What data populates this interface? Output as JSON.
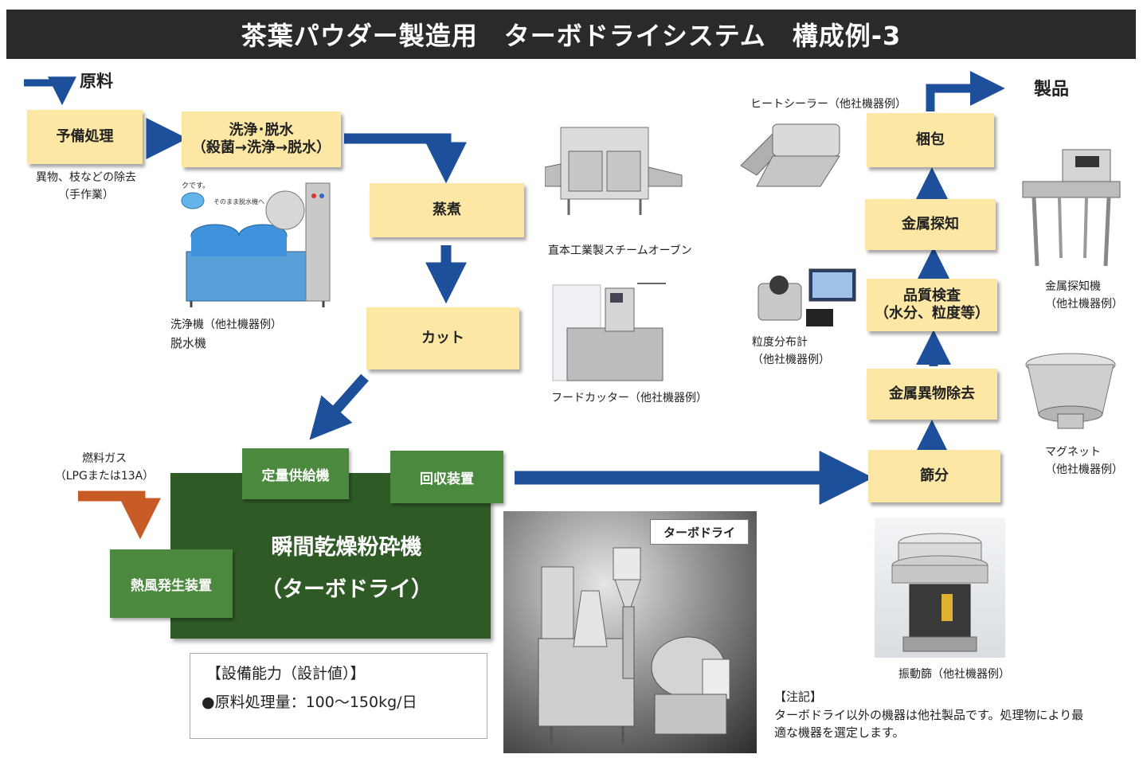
{
  "title": "茶葉パウダー製造用　ターボドライシステム　構成例-3",
  "labels": {
    "raw_material": "原料",
    "product": "製品"
  },
  "process": {
    "pretreatment": "予備処理",
    "pretreatment_note_1": "異物、枝などの除去",
    "pretreatment_note_2": "（手作業）",
    "washing_line1": "洗浄･脱水",
    "washing_line2": "（殺菌→洗浄→脱水）",
    "steaming": "蒸煮",
    "cutting": "カット",
    "sieving": "篩分",
    "metal_removal": "金属異物除去",
    "quality_line1": "品質検査",
    "quality_line2": "（水分、粒度等）",
    "metal_detect": "金属探知",
    "packing": "梱包"
  },
  "dryer": {
    "feeder": "定量供給機",
    "collector": "回収装置",
    "heater": "熱風発生装置",
    "main_line1": "瞬間乾燥粉砕機",
    "main_line2": "（ターボドライ）",
    "fuel_line1": "燃料ガス",
    "fuel_line2": "（LPGまたは13A）",
    "photo_label": "ターボドライ"
  },
  "captions": {
    "washer_line1": "洗浄機（他社機器例）",
    "washer_line2": "脱水機",
    "washer_photo_text_1": "クです。",
    "washer_photo_text_2": "そのまま脱水機へ",
    "steam_oven": "直本工業製スチームオーブン",
    "food_cutter": "フードカッター（他社機器例）",
    "heat_sealer": "ヒートシーラー（他社機器例）",
    "particle_line1": "粒度分布計",
    "particle_line2": "（他社機器例）",
    "metal_detector_line1": "金属探知機",
    "metal_detector_line2": "（他社機器例）",
    "magnet_line1": "マグネット",
    "magnet_line2": "（他社機器例）",
    "vibrating_sieve": "振動篩（他社機器例）"
  },
  "capacity": {
    "heading": "【設備能力（設計値）】",
    "item": "●原料処理量：100〜150kg/日"
  },
  "note": {
    "heading": "【注記】",
    "line1": "ターボドライ以外の機器は他社製品です。処理物により最",
    "line2": "適な機器を選定します。"
  },
  "colors": {
    "title_bg": "#2b2929",
    "process_box": "#fce7a4",
    "dryer_dark": "#2f5a26",
    "dryer_green": "#4b8a3e",
    "flow_arrow": "#1d4f9a",
    "fuel_arrow": "#c85a26"
  }
}
